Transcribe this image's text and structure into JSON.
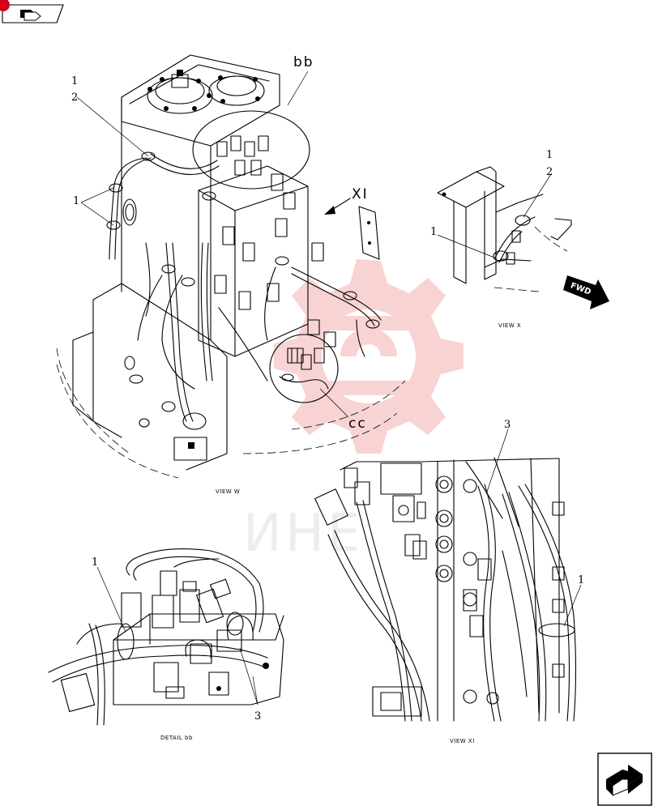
{
  "diagram": {
    "views": {
      "view_w": {
        "caption": "VIEW W"
      },
      "view_x": {
        "caption": "VIEW X"
      },
      "view_xi": {
        "caption": "VIEW XI"
      },
      "detail_bb": {
        "caption": "DETAIL bb"
      }
    },
    "view_labels": {
      "bb": "bb",
      "xi": "XI",
      "cc": "cc"
    },
    "callouts": {
      "w_1_top": "1",
      "w_2_top": "2",
      "w_1_left": "1",
      "x_1_top": "1",
      "x_2_top": "2",
      "x_1_left": "1",
      "xi_3": "3",
      "xi_1": "1",
      "bb_1": "1",
      "bb_3": "3"
    },
    "direction_arrow": {
      "label": "FWD"
    },
    "watermark": {
      "text": "ИНЕ",
      "color": "#f4b8b8"
    }
  }
}
